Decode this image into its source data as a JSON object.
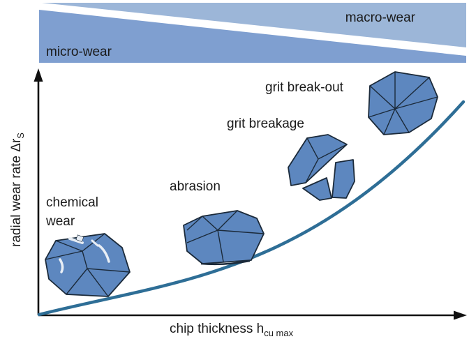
{
  "wear_band": {
    "upper_label": "macro-wear",
    "lower_label": "micro-wear",
    "upper_color": "#9cb6d8",
    "lower_color": "#7f9fd0"
  },
  "axes": {
    "y_label_main": "radial wear rate ",
    "y_label_symbol": "Δr",
    "y_label_sub": "S",
    "x_label_main": "chip thickness h",
    "x_label_sub": "cu max"
  },
  "curve": {
    "color": "#2e6e96"
  },
  "grain_color": "#5d87bf",
  "grain_stroke": "#1b2a3a",
  "mechanisms": [
    {
      "lines": [
        "chemical",
        "wear"
      ],
      "icon": "chemical-wear-grain-icon"
    },
    {
      "lines": [
        "abrasion"
      ],
      "icon": "abrasion-grain-icon"
    },
    {
      "lines": [
        "grit breakage"
      ],
      "icon": "grit-breakage-grain-icon"
    },
    {
      "lines": [
        "grit break-out"
      ],
      "icon": "grit-break-out-grain-icon"
    }
  ]
}
